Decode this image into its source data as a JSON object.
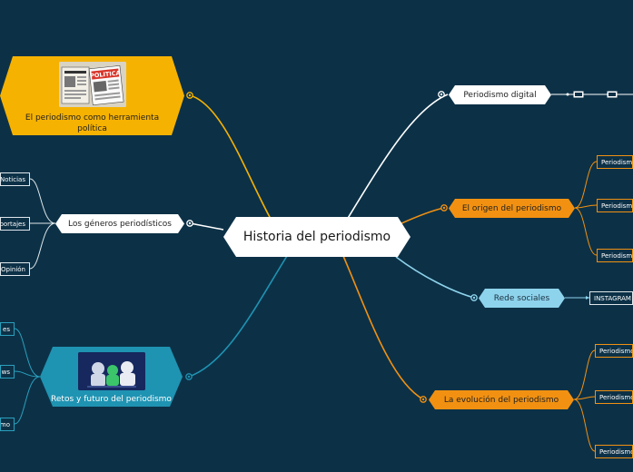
{
  "central": {
    "title": "Historia del periodismo"
  },
  "branches": {
    "digital": {
      "label": "Periodismo digital"
    },
    "origen": {
      "label": "El origen del periodismo",
      "leaves": [
        "Periodismo",
        "Periodismo",
        "Periodismo"
      ]
    },
    "redes": {
      "label": "Rede sociales",
      "leaves": [
        "INSTAGRAM"
      ]
    },
    "evolucion": {
      "label": "La evolución del periodismo",
      "leaves": [
        "Periodismo",
        "Periodismo",
        "Periodismo"
      ]
    },
    "herramienta": {
      "label": "El periodismo como herramienta política",
      "image_text": "POLITICA"
    },
    "generos": {
      "label": "Los géneros periodísticos",
      "leaves": [
        "Noticias",
        "Reportajes",
        "Opinión"
      ]
    },
    "retos": {
      "label": "Retos y futuro del periodismo",
      "leaves": [
        "es",
        "ws",
        "mo"
      ]
    }
  },
  "colors": {
    "background": "#0c3147",
    "orange": "#f29111",
    "yellow": "#f6b200",
    "teal": "#1f93b2",
    "lightblue": "#8ed3ec",
    "white": "#ffffff"
  }
}
